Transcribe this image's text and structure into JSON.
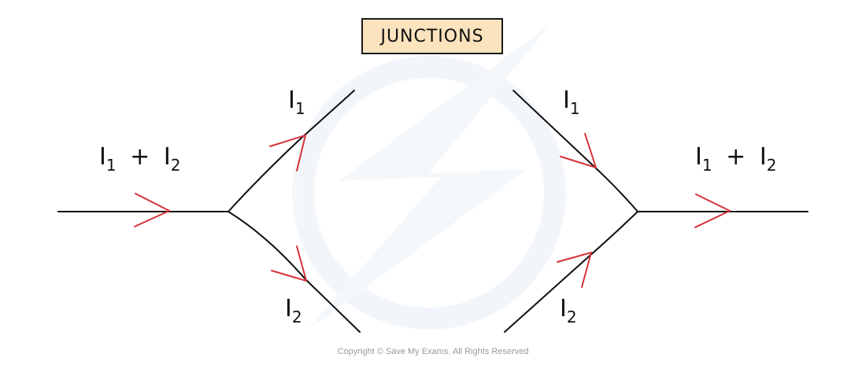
{
  "title": "JUNCTIONS",
  "labels": {
    "left_in": {
      "base": "I",
      "sub1": "1",
      "plus": "+",
      "sub2": "2"
    },
    "left_top": {
      "base": "I",
      "sub": "1"
    },
    "left_bottom": {
      "base": "I",
      "sub": "2"
    },
    "right_top": {
      "base": "I",
      "sub": "1"
    },
    "right_bottom": {
      "base": "I",
      "sub": "2"
    },
    "right_out": {
      "base": "I",
      "sub1": "1",
      "plus": "+",
      "sub2": "2"
    }
  },
  "copyright": "Copyright © Save My Exams. All Rights Reserved",
  "colors": {
    "wire": "#111111",
    "arrow": "#d6323a",
    "title_bg": "#fbe3bd",
    "watermark": "#eef3f8"
  }
}
